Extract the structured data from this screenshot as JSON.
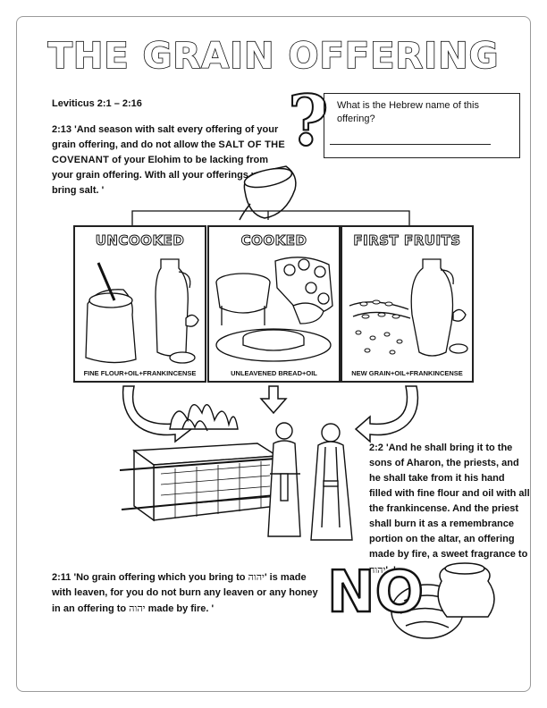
{
  "title": "THE GRAIN OFFERING",
  "reference": "Leviticus 2:1 – 2:16",
  "question": {
    "text": "What is the Hebrew name of this offering?"
  },
  "verse_213": {
    "lead": "2:13 'And season with salt every offering of your grain offering, and do not allow the ",
    "emph": "SALT OF THE COVENANT",
    "tail": " of your Elohim to be lacking from your grain offering. With all your offerings you bring salt. '"
  },
  "panels": [
    {
      "title": "UNCOOKED",
      "caption": "FINE FLOUR+OIL+FRANKINCENSE"
    },
    {
      "title": "COOKED",
      "caption": "UNLEAVENED BREAD+OIL"
    },
    {
      "title": "FIRST FRUITS",
      "caption": "NEW GRAIN+OIL+FRANKINCENSE"
    }
  ],
  "verse_22": {
    "text": "2:2 'And he shall bring it to the sons of Aharon, the priests, and he shall take from it his hand filled with fine flour and oil with all the frankincense. And the priest shall burn it as a remembrance portion on the altar, an offering made by fire, a sweet fragrance to ",
    "divine_name": "יהוה",
    "end": "'. '"
  },
  "verse_211": {
    "part1": "2:11 'No grain offering which you bring to ",
    "divine_name": "יהוה",
    "part2": "' is made with leaven, for you do not burn any leaven or any honey in an offering to ",
    "part3": " made by fire. '"
  },
  "no_label": "NO",
  "icons": [
    "question-mark-icon",
    "salt-bowl-icon",
    "altar-fire-icon",
    "priests-icon",
    "leavened-bread-icon",
    "jar-icon"
  ]
}
